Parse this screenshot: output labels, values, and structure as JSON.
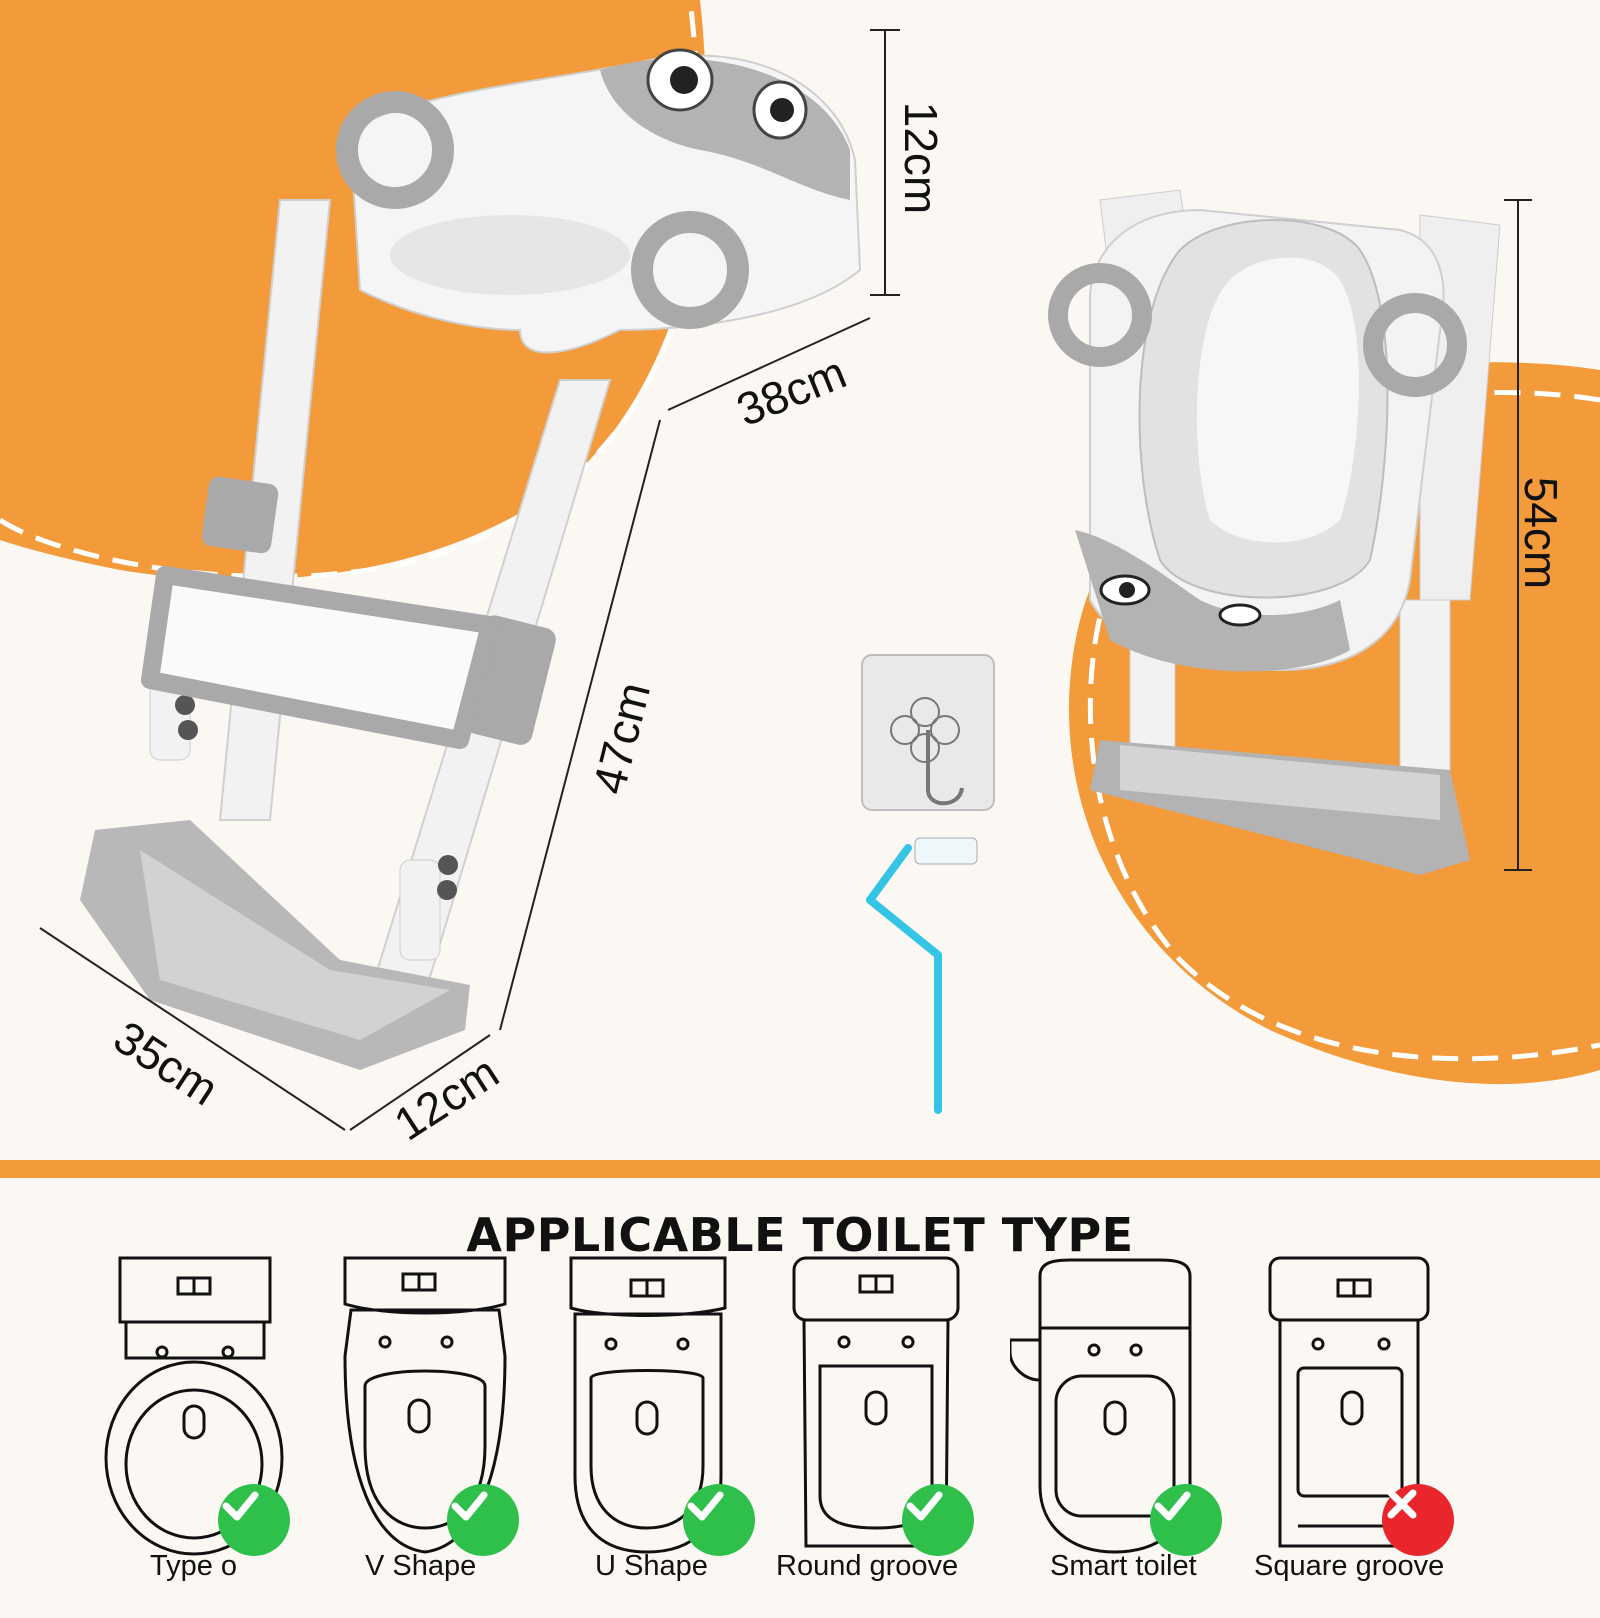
{
  "colors": {
    "accent_orange": "#f39a3b",
    "product_gray": "#a9a9a9",
    "product_white": "#f4f4f4",
    "check_green": "#2ec04a",
    "cross_red": "#e8262b",
    "brush_blue": "#33c4e6"
  },
  "dimensions": {
    "seat_height": "12cm",
    "seat_width": "38cm",
    "ladder_height": "47cm",
    "step_width": "35cm",
    "step_depth": "12cm",
    "total_height": "54cm"
  },
  "icons": [
    "wall-hook-icon",
    "cleaning-brush-icon",
    "check-icon",
    "cross-icon"
  ],
  "section": {
    "title": "APPLICABLE TOILET TYPE"
  },
  "toilet_types": [
    {
      "label": "Type o",
      "compatible": true
    },
    {
      "label": "V Shape",
      "compatible": true
    },
    {
      "label": "U Shape",
      "compatible": true
    },
    {
      "label": "Round groove",
      "compatible": true
    },
    {
      "label": "Smart toilet",
      "compatible": true
    },
    {
      "label": "Square groove",
      "compatible": false
    }
  ]
}
